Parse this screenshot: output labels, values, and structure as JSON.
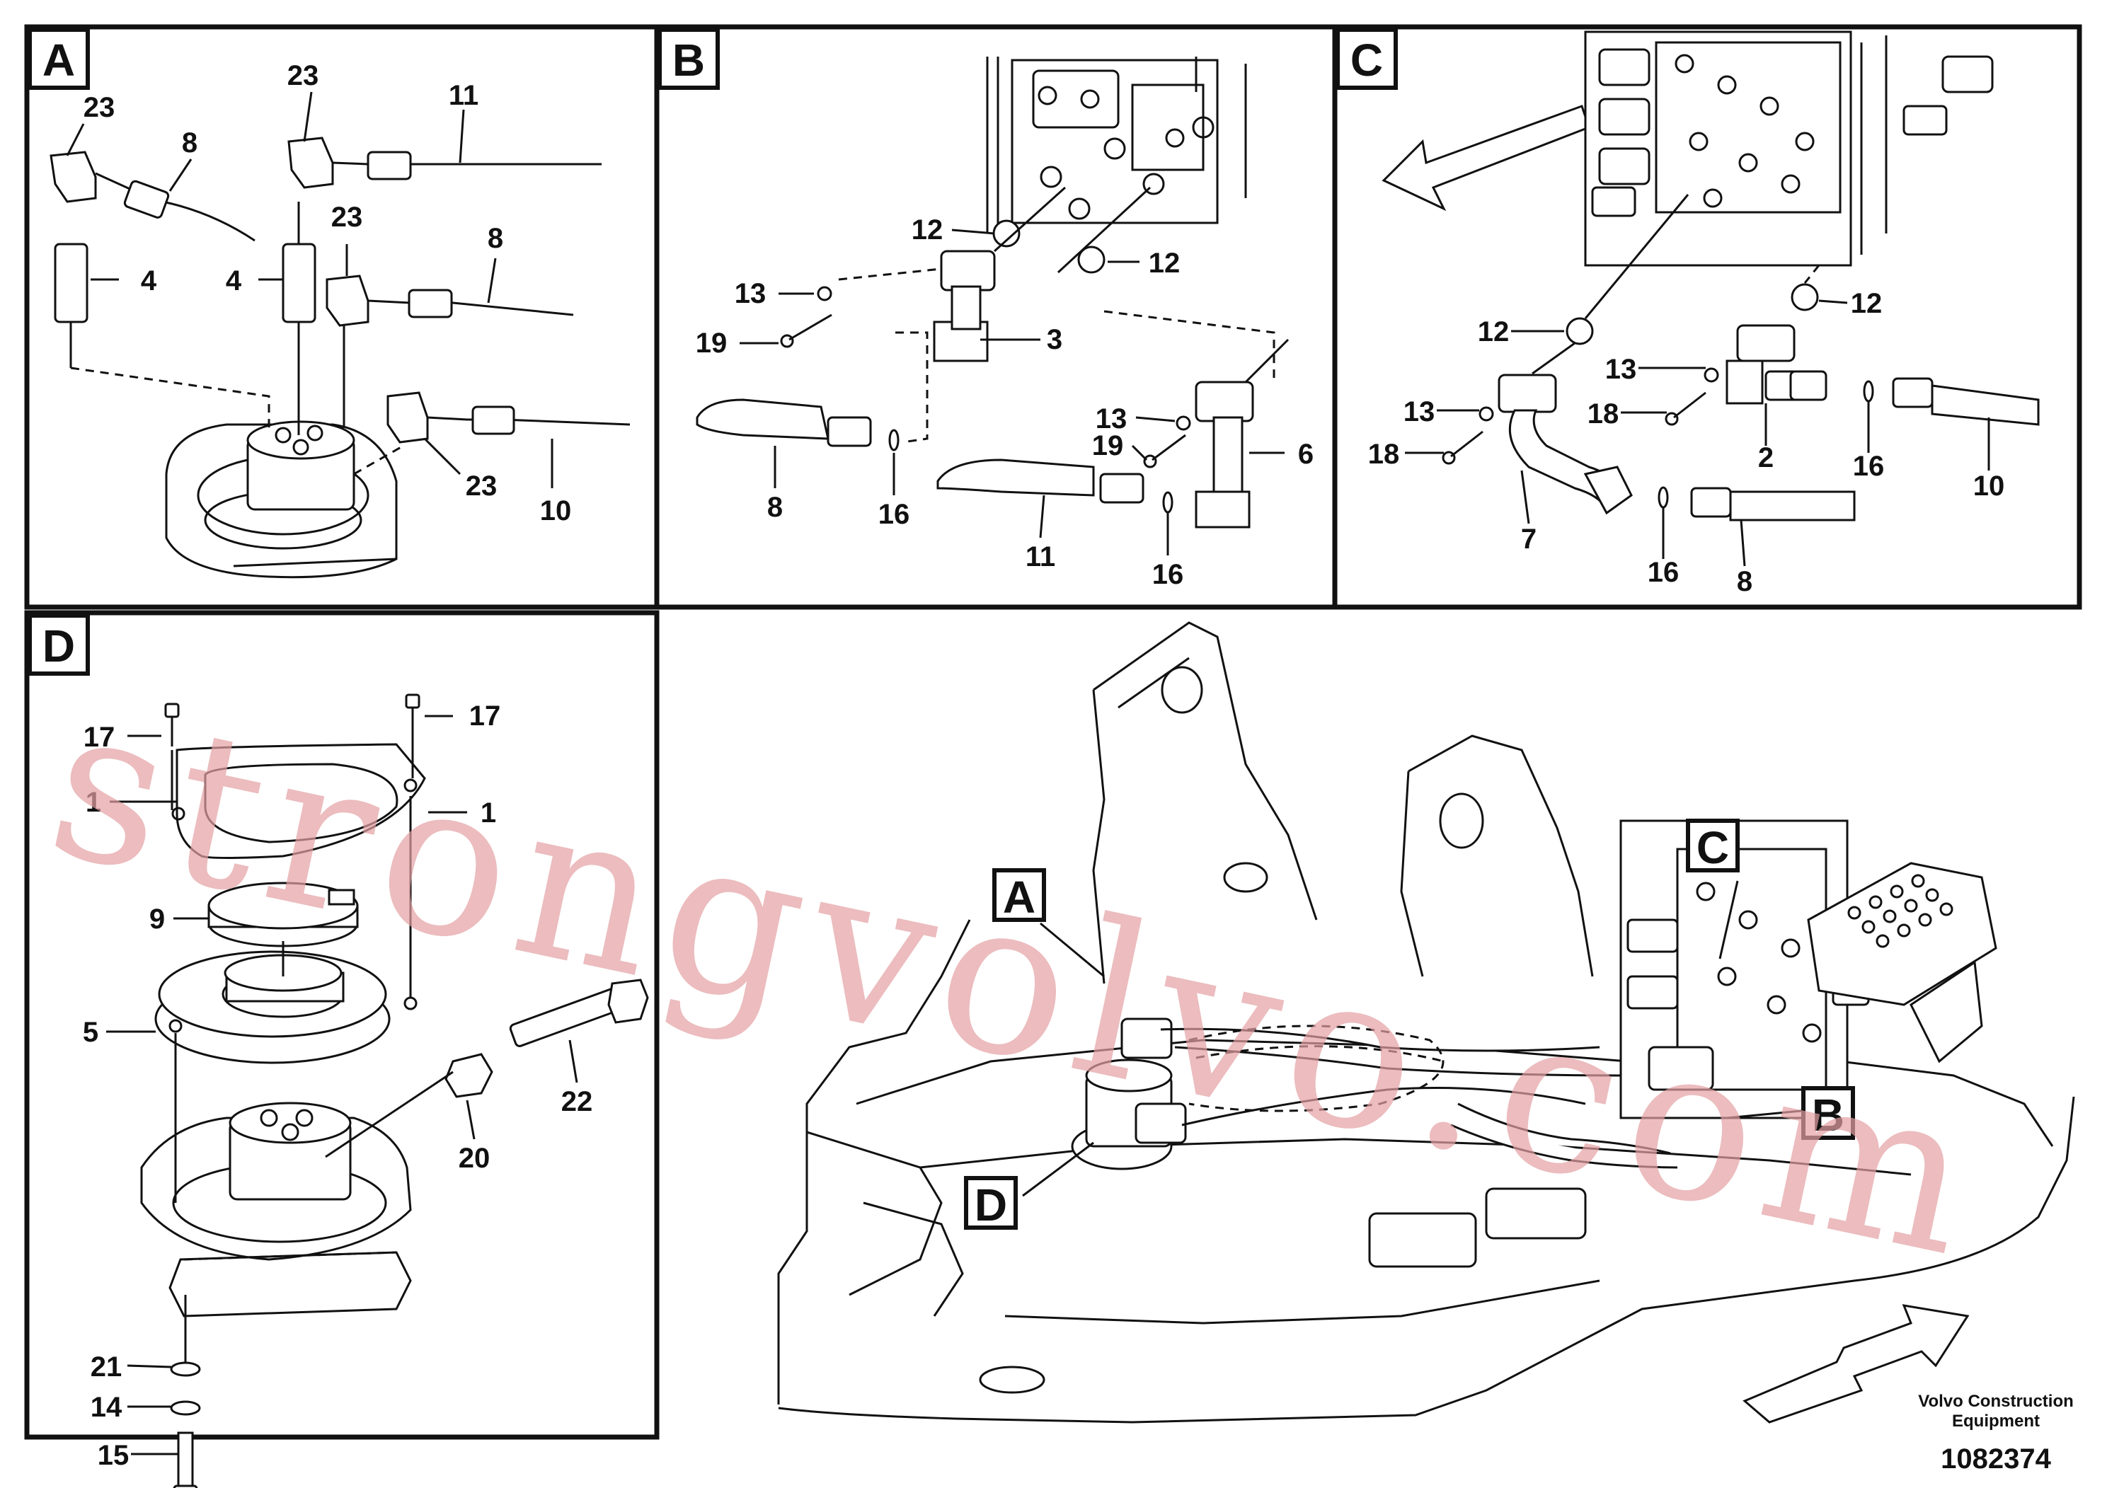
{
  "panels": {
    "A": {
      "letter": "A",
      "callouts": [
        "23",
        "8",
        "23",
        "11",
        "4",
        "4",
        "23",
        "8",
        "23",
        "10"
      ]
    },
    "B": {
      "letter": "B",
      "callouts": [
        "12",
        "12",
        "13",
        "19",
        "3",
        "13",
        "19",
        "6",
        "8",
        "16",
        "11",
        "16"
      ]
    },
    "C": {
      "letter": "C",
      "callouts": [
        "12",
        "12",
        "13",
        "18",
        "13",
        "18",
        "2",
        "16",
        "10",
        "7",
        "16",
        "8"
      ]
    },
    "D": {
      "letter": "D",
      "callouts": [
        "17",
        "17",
        "1",
        "1",
        "9",
        "5",
        "22",
        "20",
        "21",
        "14",
        "15"
      ]
    }
  },
  "overview": {
    "labels": [
      "A",
      "C",
      "B",
      "D"
    ]
  },
  "footer": {
    "company_line1": "Volvo Construction",
    "company_line2": "Equipment",
    "drawing_number": "1082374"
  },
  "watermark": {
    "text": "strongvolvo.com",
    "color": "#e4a0a2"
  }
}
